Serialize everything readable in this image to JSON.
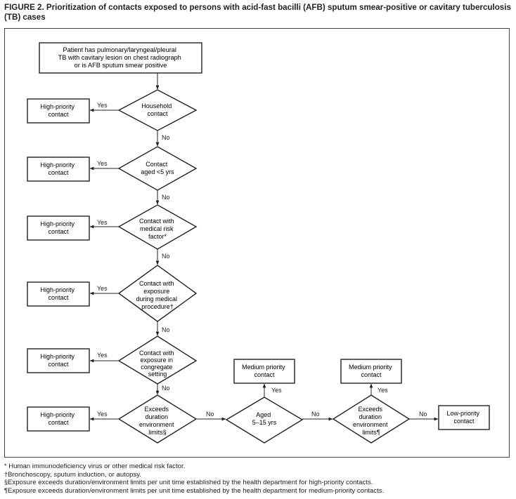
{
  "title": "FIGURE 2. Prioritization of contacts exposed to persons with acid-fast bacilli (AFB) sputum smear-positive or cavitary tuberculosis (TB)  cases",
  "start": [
    "Patient has pulmonary/laryngeal/pleural",
    "TB with cavitary lesion on chest radiograph",
    "or is AFB sputum smear positive"
  ],
  "decisions": [
    [
      "Household",
      "contact"
    ],
    [
      "Contact",
      "aged <5 yrs"
    ],
    [
      "Contact with",
      "medical risk",
      "factor*"
    ],
    [
      "Contact with",
      "exposure",
      "during medical",
      "procedure†"
    ],
    [
      "Contact with",
      "exposure in",
      "congregate",
      "setting"
    ],
    [
      "Exceeds",
      "duration",
      "environment",
      "limits§"
    ],
    [
      "Aged",
      "5–15 yrs"
    ],
    [
      "Exceeds",
      "duration",
      "environment",
      "limits¶"
    ]
  ],
  "outcomes": {
    "high": [
      "High-priority",
      "contact"
    ],
    "medium": [
      "Medium priority",
      "contact"
    ],
    "low": [
      "Low-priority",
      "contact"
    ]
  },
  "labels": {
    "yes": "Yes",
    "no": "No"
  },
  "footnotes": [
    {
      "mark": "*",
      "text": "Human immunodeficiency virus or other medical risk factor."
    },
    {
      "mark": "†",
      "text": "Bronchoscopy, sputum induction, or autopsy."
    },
    {
      "mark": "§",
      "text": "Exposure exceeds duration/environment limits per unit time established by the health department for high-priority contacts."
    },
    {
      "mark": "¶",
      "text": "Exposure exceeds duration/environment limits per unit time established by the health department for medium-priority contacts."
    }
  ]
}
